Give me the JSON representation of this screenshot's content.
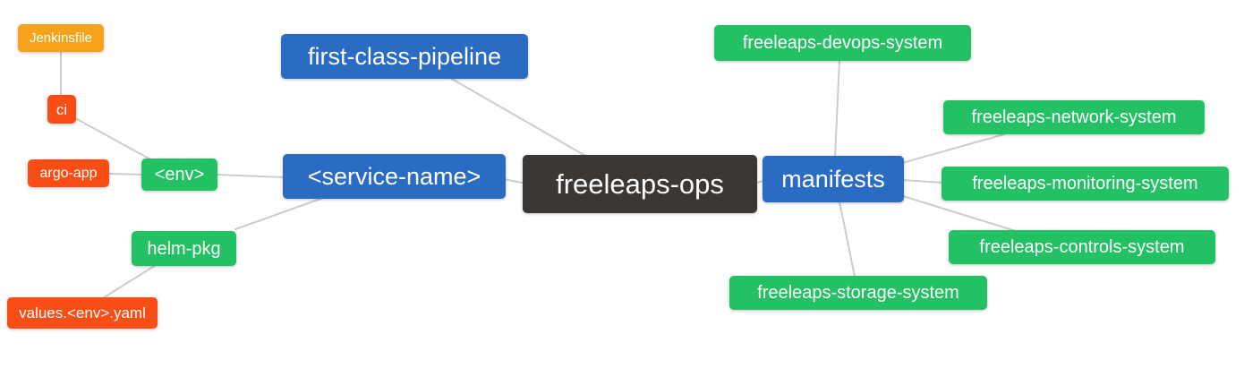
{
  "diagram": {
    "kind": "mindmap",
    "root_label": "freeleaps-ops"
  },
  "palette": {
    "blue": "#2a6cc4",
    "green": "#23c163",
    "orange": "#f7a21b",
    "red": "#f94d16",
    "dark": "#3b3734",
    "edge_line": "#cccccc",
    "text": "#ffffff",
    "background": "#ffffff"
  },
  "nodes": [
    {
      "id": "jenkinsfile",
      "label": "Jenkinsfile",
      "color": "orange"
    },
    {
      "id": "ci",
      "label": "ci",
      "color": "red"
    },
    {
      "id": "argo-app",
      "label": "argo-app",
      "color": "red"
    },
    {
      "id": "env",
      "label": "<env>",
      "color": "green"
    },
    {
      "id": "helm-pkg",
      "label": "helm-pkg",
      "color": "green"
    },
    {
      "id": "values-env-yaml",
      "label": "values.<env>.yaml",
      "color": "red"
    },
    {
      "id": "first-class-pipeline",
      "label": "first-class-pipeline",
      "color": "blue"
    },
    {
      "id": "service-name",
      "label": "<service-name>",
      "color": "blue"
    },
    {
      "id": "freeleaps-ops",
      "label": "freeleaps-ops",
      "color": "dark"
    },
    {
      "id": "manifests",
      "label": "manifests",
      "color": "blue"
    },
    {
      "id": "devops-system",
      "label": "freeleaps-devops-system",
      "color": "green"
    },
    {
      "id": "network-system",
      "label": "freeleaps-network-system",
      "color": "green"
    },
    {
      "id": "monitoring-system",
      "label": "freeleaps-monitoring-system",
      "color": "green"
    },
    {
      "id": "controls-system",
      "label": "freeleaps-controls-system",
      "color": "green"
    },
    {
      "id": "storage-system",
      "label": "freeleaps-storage-system",
      "color": "green"
    }
  ],
  "edges": [
    {
      "from": "jenkinsfile",
      "to": "ci"
    },
    {
      "from": "ci",
      "to": "env"
    },
    {
      "from": "argo-app",
      "to": "env"
    },
    {
      "from": "env",
      "to": "service-name"
    },
    {
      "from": "helm-pkg",
      "to": "service-name"
    },
    {
      "from": "values-env-yaml",
      "to": "helm-pkg"
    },
    {
      "from": "first-class-pipeline",
      "to": "freeleaps-ops"
    },
    {
      "from": "service-name",
      "to": "freeleaps-ops"
    },
    {
      "from": "freeleaps-ops",
      "to": "manifests"
    },
    {
      "from": "manifests",
      "to": "devops-system"
    },
    {
      "from": "manifests",
      "to": "network-system"
    },
    {
      "from": "manifests",
      "to": "monitoring-system"
    },
    {
      "from": "manifests",
      "to": "controls-system"
    },
    {
      "from": "manifests",
      "to": "storage-system"
    }
  ]
}
